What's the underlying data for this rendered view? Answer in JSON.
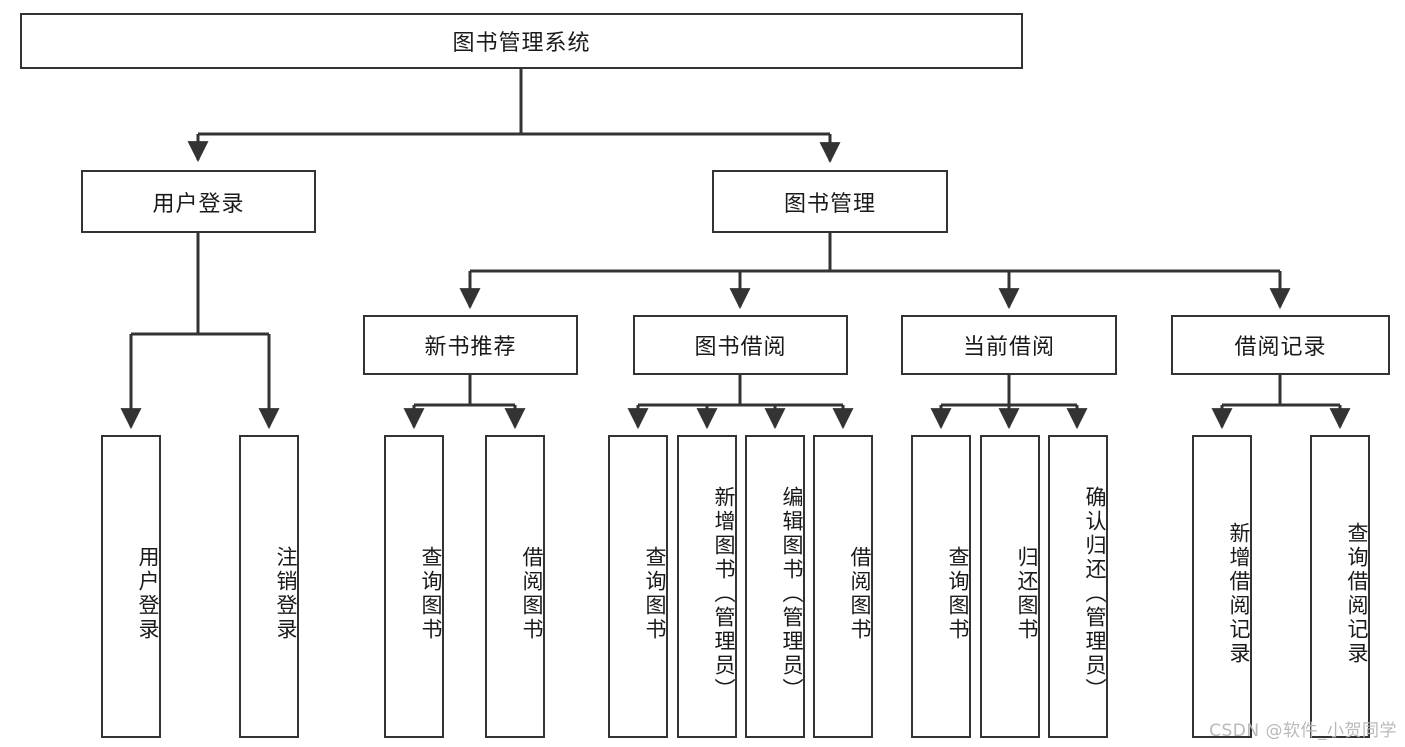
{
  "diagram": {
    "title": "图书管理系统",
    "watermark": "CSDN @软件_小贺同学",
    "root": {
      "label": "图书管理系统"
    },
    "level2": [
      {
        "label": "用户登录"
      },
      {
        "label": "图书管理"
      }
    ],
    "level3": [
      {
        "label": "新书推荐"
      },
      {
        "label": "图书借阅"
      },
      {
        "label": "当前借阅"
      },
      {
        "label": "借阅记录"
      }
    ],
    "leaves": {
      "user_login": [
        {
          "label": "用户登录"
        },
        {
          "label": "注销登录"
        }
      ],
      "new_book_recommend": [
        {
          "label": "查询图书"
        },
        {
          "label": "借阅图书"
        }
      ],
      "book_borrow": [
        {
          "label": "查询图书"
        },
        {
          "label": "新增图书（管理员）"
        },
        {
          "label": "编辑图书（管理员）"
        },
        {
          "label": "借阅图书"
        }
      ],
      "current_borrow": [
        {
          "label": "查询图书"
        },
        {
          "label": "归还图书"
        },
        {
          "label": "确认归还（管理员）"
        }
      ],
      "borrow_record": [
        {
          "label": "新增借阅记录"
        },
        {
          "label": "查询借阅记录"
        }
      ]
    },
    "colors": {
      "stroke": "#333333",
      "text": "#1a1a1a",
      "background": "#ffffff",
      "watermark": "#b9b9b9"
    }
  }
}
